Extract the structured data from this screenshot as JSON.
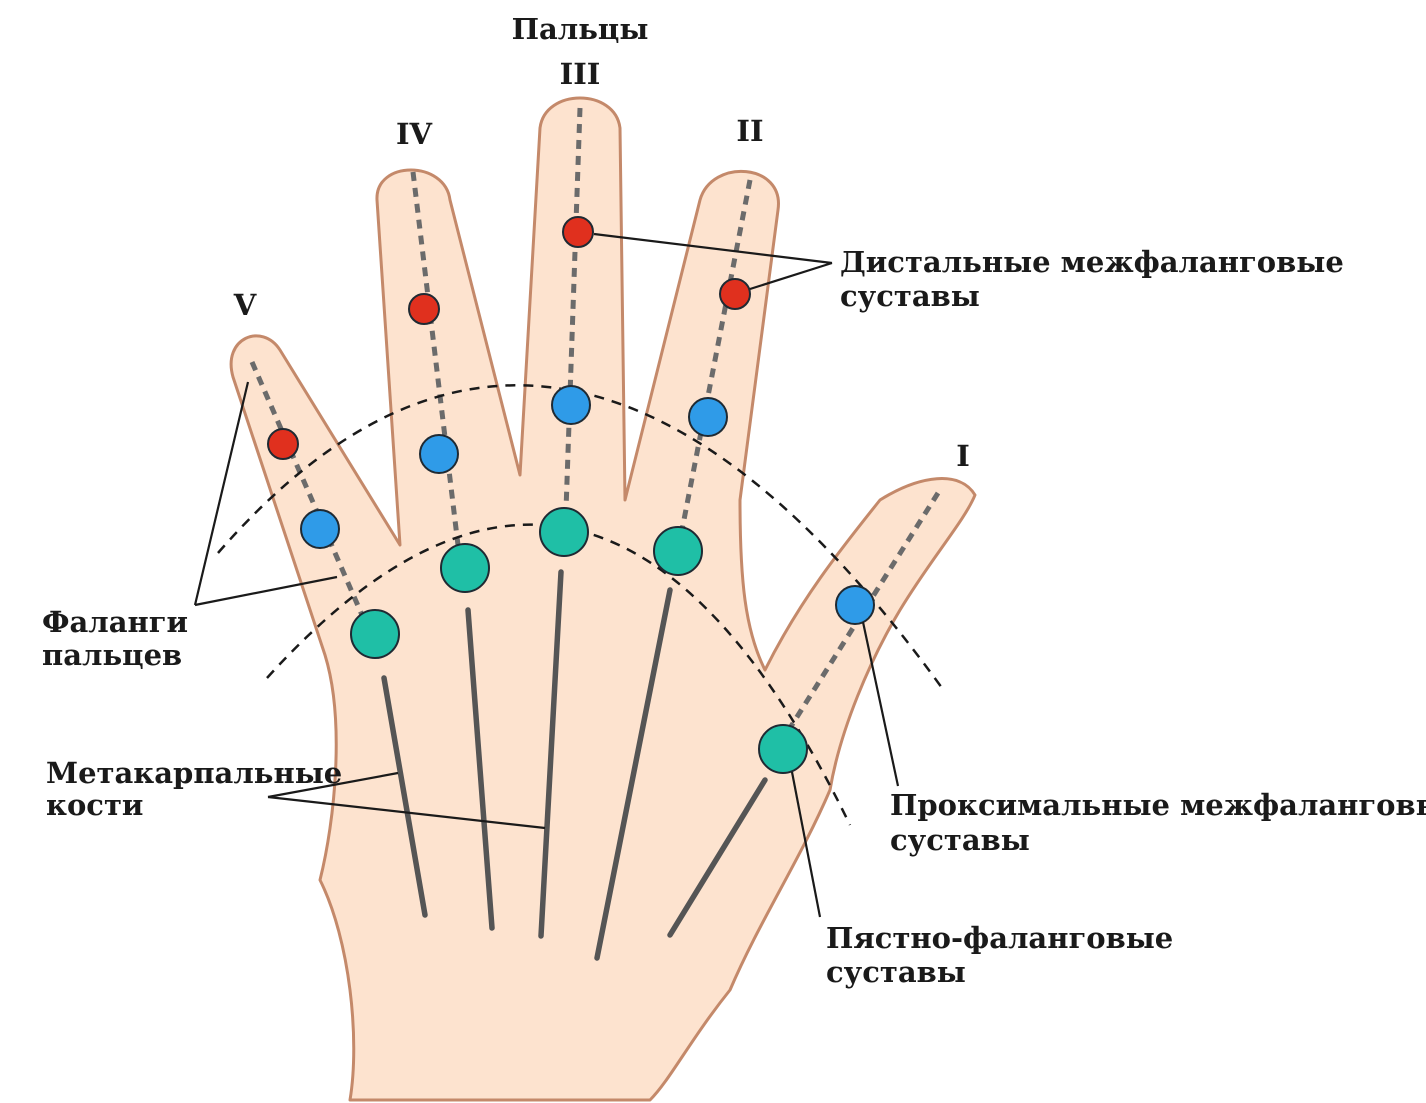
{
  "title": "Пальцы",
  "fingers": {
    "i": "I",
    "ii": "II",
    "iii": "III",
    "iv": "IV",
    "v": "V"
  },
  "labels": {
    "distal_line1": "Дистальные межфаланговые",
    "distal_line2": "суставы",
    "proximal_line1": "Проксимальные межфаланговые",
    "proximal_line2": "суставы",
    "mcp_line1": "Пястно-фаланговые",
    "mcp_line2": "суставы",
    "phalanges_line1": "Фаланги",
    "phalanges_line2": "пальцев",
    "metacarpal_line1": "Метакарпальные",
    "metacarpal_line2": "кости"
  },
  "colors": {
    "distal_joint": "#e0301e",
    "proximal_joint": "#2f9be8",
    "mcp_joint": "#1fbfa6",
    "skin": "#fde3cf",
    "skin_outline": "#c4896a"
  }
}
